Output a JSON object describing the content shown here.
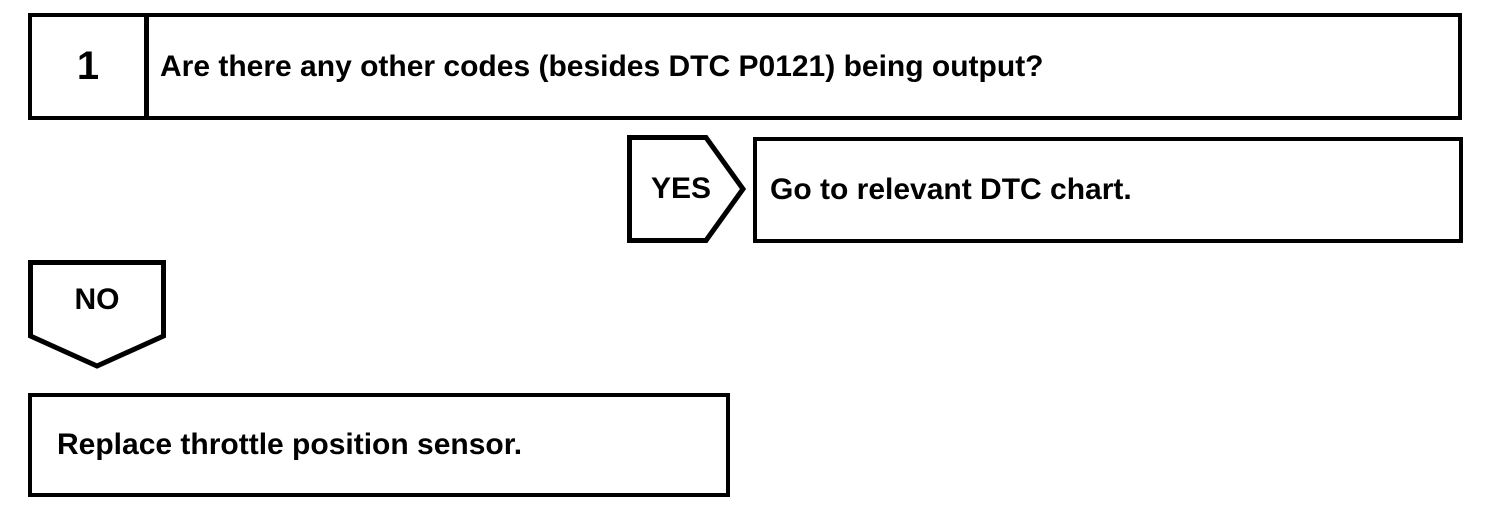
{
  "colors": {
    "ink": "#000000",
    "paper": "#ffffff"
  },
  "flowchart": {
    "step": {
      "number": "1",
      "question": "Are there any other codes (besides DTC P0121) being output?"
    },
    "yes_branch": {
      "label": "YES",
      "action": "Go to relevant DTC chart."
    },
    "no_branch": {
      "label": "NO",
      "action": "Replace throttle position sensor."
    }
  }
}
